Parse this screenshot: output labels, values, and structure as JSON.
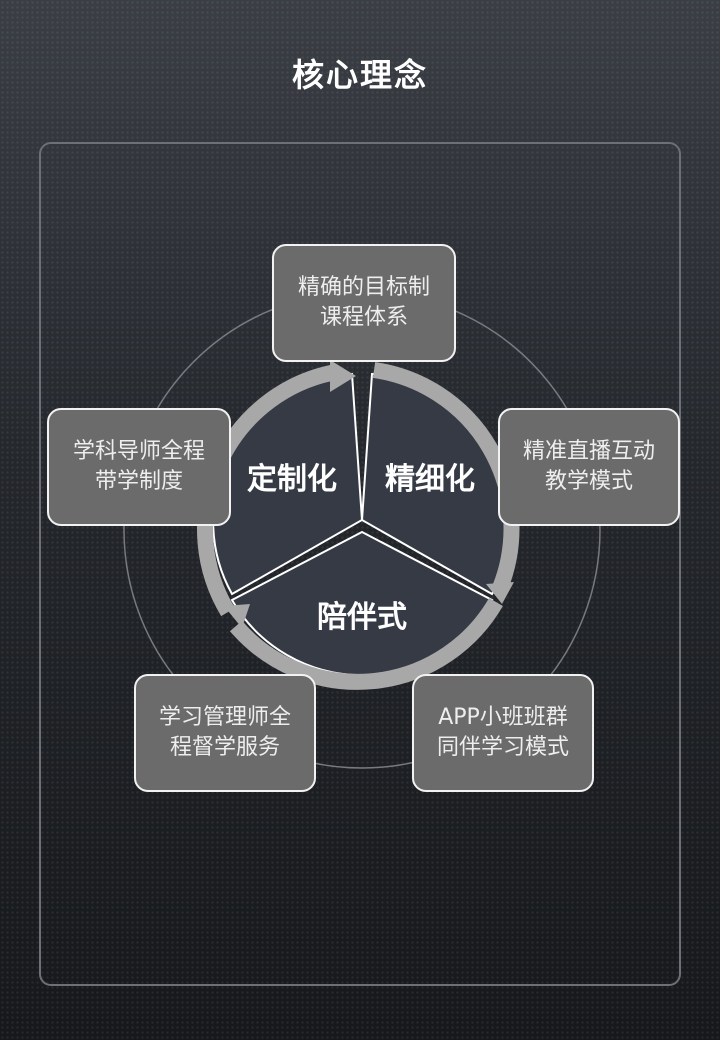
{
  "header": {
    "title": "核心理念"
  },
  "center": {
    "segments": [
      {
        "id": "left",
        "label": "定制化"
      },
      {
        "id": "right",
        "label": "精细化"
      },
      {
        "id": "bottom",
        "label": "陪伴式"
      }
    ]
  },
  "boxes": [
    {
      "id": "top",
      "lines": [
        "精确的目标制",
        "课程体系"
      ]
    },
    {
      "id": "right",
      "lines": [
        "精准直播互动",
        "教学模式"
      ]
    },
    {
      "id": "bottom-right",
      "lines": [
        "APP小班班群",
        "同伴学习模式"
      ]
    },
    {
      "id": "bottom-left",
      "lines": [
        "学习管理师全",
        "程督学服务"
      ]
    },
    {
      "id": "left",
      "lines": [
        "学科导师全程",
        "带学制度"
      ]
    }
  ],
  "colors": {
    "segment_fill": "#353a45",
    "ring": "#a8a8a8",
    "box_fill": "#6b6b6b",
    "box_border": "#f2f2f2"
  }
}
